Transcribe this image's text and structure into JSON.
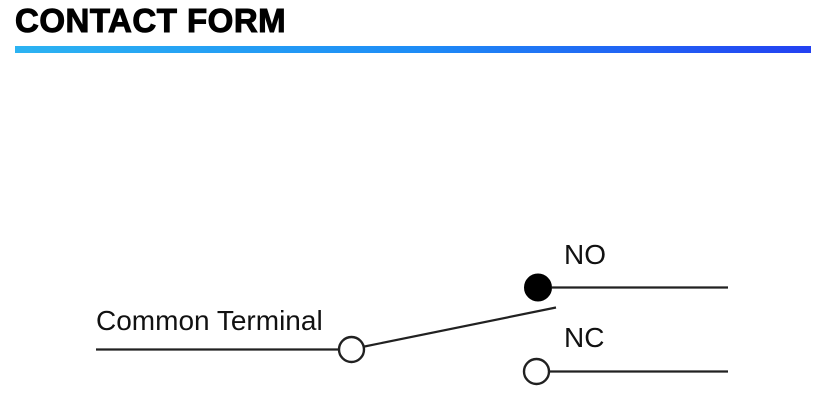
{
  "header": {
    "title": "CONTACT FORM"
  },
  "diagram": {
    "common_terminal_label": "Common Terminal",
    "no_label": "NO",
    "nc_label": "NC"
  },
  "colors": {
    "accent-start": "#2cb3f2",
    "accent-mid": "#1e8df6",
    "accent-end": "#2341f2",
    "line": "#212121",
    "text": "#000000"
  }
}
